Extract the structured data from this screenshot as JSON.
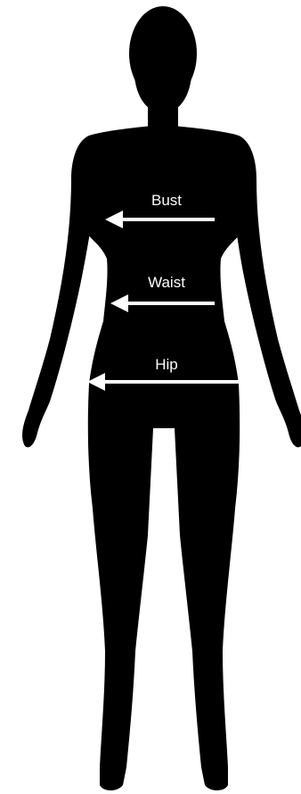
{
  "diagram": {
    "measurements": [
      {
        "key": "bust",
        "label": "Bust"
      },
      {
        "key": "waist",
        "label": "Waist"
      },
      {
        "key": "hip",
        "label": "Hip"
      }
    ],
    "colors": {
      "background": "#ffffff",
      "silhouette": "#000000",
      "arrow": "#ffffff",
      "text": "#ffffff"
    }
  }
}
